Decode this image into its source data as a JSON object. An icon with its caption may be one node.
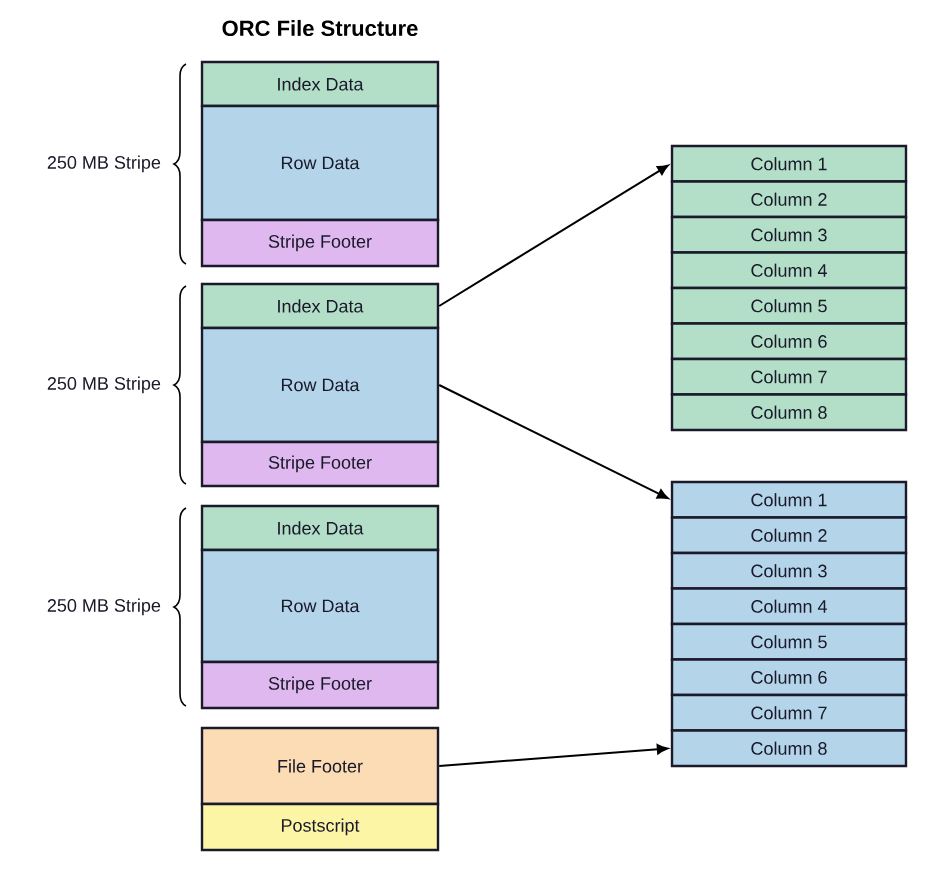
{
  "diagram": {
    "title": "ORC File Structure",
    "nodes": [
      {
        "text": [
          "Index Data"
        ]
      },
      {
        "text": [
          "Row Data"
        ]
      },
      {
        "text": [
          "Stripe Footer"
        ]
      },
      {
        "text": [
          "Index Data"
        ]
      },
      {
        "text": [
          "Row Data"
        ]
      },
      {
        "text": [
          "Stripe Footer"
        ]
      },
      {
        "text": [
          "Index Data"
        ]
      },
      {
        "text": [
          "Row Data"
        ]
      },
      {
        "text": [
          "Stripe Footer"
        ]
      },
      {
        "text": [
          "File Footer"
        ]
      },
      {
        "text": [
          "Postscript"
        ]
      },
      {
        "text": [
          "Column 1"
        ]
      },
      {
        "text": [
          "Column 2"
        ]
      },
      {
        "text": [
          "Column 3"
        ]
      },
      {
        "text": [
          "Column 4"
        ]
      },
      {
        "text": [
          "Column 5"
        ]
      },
      {
        "text": [
          "Column 6"
        ]
      },
      {
        "text": [
          "Column 7"
        ]
      },
      {
        "text": [
          "Column 8"
        ]
      },
      {
        "text": [
          "Column 1"
        ]
      },
      {
        "text": [
          "Column 2"
        ]
      },
      {
        "text": [
          "Column 3"
        ]
      },
      {
        "text": [
          "Column 4"
        ]
      },
      {
        "text": [
          "Column 5"
        ]
      },
      {
        "text": [
          "Column 6"
        ]
      },
      {
        "text": [
          "Column 7"
        ]
      },
      {
        "text": [
          "Column 8"
        ]
      }
    ],
    "edges": [
      {
        "from": 3,
        "to": 11,
        "arrow": "to"
      },
      {
        "from": 4,
        "to": 19,
        "arrow": "to"
      },
      {
        "from": 9,
        "to": 26,
        "arrow": "to"
      }
    ],
    "labels": [
      "250 MB Stripe",
      "250 MB Stripe",
      "250 MB Stripe"
    ]
  }
}
